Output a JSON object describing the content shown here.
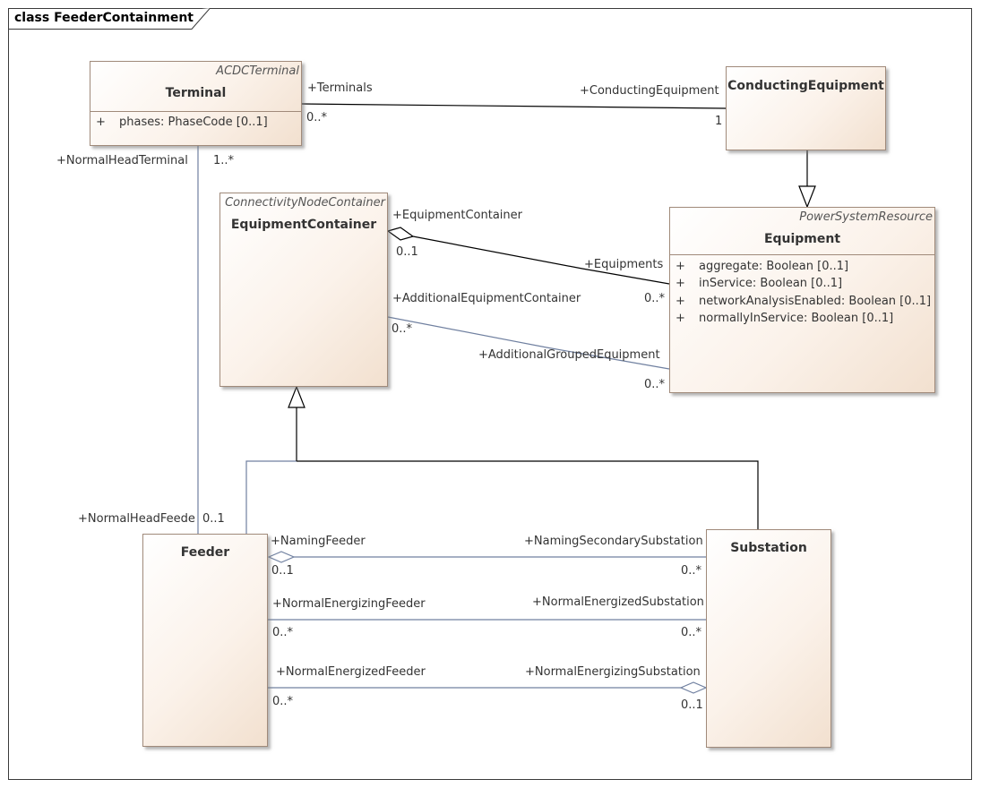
{
  "diagram": {
    "title": "class FeederContainment",
    "classes": {
      "terminal": {
        "stereotype": "ACDCTerminal",
        "name": "Terminal",
        "attributes": [
          {
            "vis": "+",
            "text": "phases: PhaseCode [0..1]"
          }
        ]
      },
      "conducting_equipment": {
        "name": "ConductingEquipment"
      },
      "equipment_container": {
        "stereotype": "ConnectivityNodeContainer",
        "name": "EquipmentContainer"
      },
      "equipment": {
        "stereotype": "PowerSystemResource",
        "name": "Equipment",
        "attributes": [
          {
            "vis": "+",
            "text": "aggregate: Boolean [0..1]"
          },
          {
            "vis": "+",
            "text": "inService: Boolean [0..1]"
          },
          {
            "vis": "+",
            "text": "networkAnalysisEnabled: Boolean [0..1]"
          },
          {
            "vis": "+",
            "text": "normallyInService: Boolean [0..1]"
          }
        ]
      },
      "feeder": {
        "name": "Feeder"
      },
      "substation": {
        "name": "Substation"
      }
    },
    "labels": {
      "terminals_role": "+Terminals",
      "terminals_mult": "0..*",
      "conducting_equipment_role": "+ConductingEquipment",
      "conducting_equipment_mult": "1",
      "normal_head_terminal_role": "+NormalHeadTerminal",
      "normal_head_terminal_mult": "1..*",
      "equipment_container_role": "+EquipmentContainer",
      "equipment_container_mult": "0..1",
      "equipments_role": "+Equipments",
      "equipments_mult": "0..*",
      "additional_equipment_container_role": "+AdditionalEquipmentContainer",
      "additional_equipment_container_mult": "0..*",
      "additional_grouped_equipment_role": "+AdditionalGroupedEquipment",
      "additional_grouped_equipment_mult": "0..*",
      "normal_head_feeder_role": "+NormalHeadFeede",
      "normal_head_feeder_mult": "0..1",
      "naming_feeder_role": "+NamingFeeder",
      "naming_feeder_mult": "0..1",
      "naming_secondary_substation_role": "+NamingSecondarySubstation",
      "naming_secondary_substation_mult": "0..*",
      "normal_energizing_feeder_role": "+NormalEnergizingFeeder",
      "normal_energizing_feeder_mult": "0..*",
      "normal_energized_substation_role": "+NormalEnergizedSubstation",
      "normal_energized_substation_mult": "0..*",
      "normal_energized_feeder_role": "+NormalEnergizedFeeder",
      "normal_energized_feeder_mult": "0..*",
      "normal_energizing_substation_role": "+NormalEnergizingSubstation",
      "normal_energizing_substation_mult": "0..1"
    },
    "colors": {
      "class_border": "#a08a7a",
      "class_fill_start": "#ffffff",
      "class_fill_end": "#f2e0cf",
      "line_black": "#000000",
      "line_grey": "#7080a0"
    }
  }
}
